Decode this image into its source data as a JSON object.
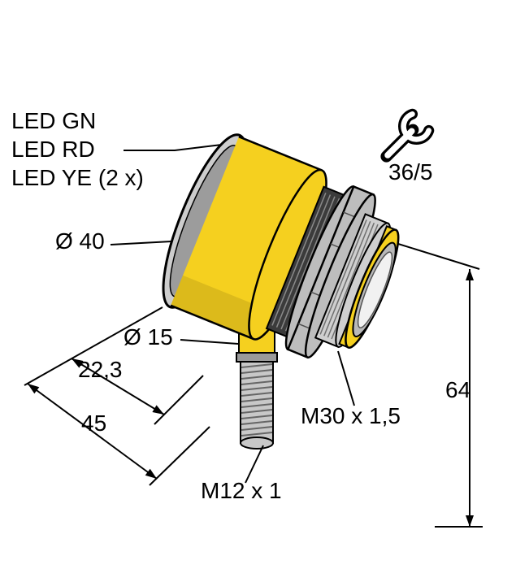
{
  "labels": {
    "led_gn": "LED GN",
    "led_rd": "LED RD",
    "led_ye": "LED YE (2 x)",
    "dia_lens": "Ø 40",
    "dia_connector": "Ø 15",
    "dim_connector_offset": "22,3",
    "dim_body_length": "45",
    "dim_overall_height": "64",
    "thread_barrel": "M30 x 1,5",
    "thread_connector": "M12 x 1",
    "wrench_size": "36/5"
  },
  "icons": {
    "wrench": "open-end-wrench"
  },
  "colors": {
    "housing_yellow": "#F5D01F",
    "outline": "#000000",
    "thread_dark": "#3B3B3B",
    "metal_light": "#CFCFCF",
    "nut_gray": "#BDBDBD",
    "bezel_gray": "#CDCDCD",
    "sensing_face": "#F1F1F1",
    "background": "#FFFFFF"
  }
}
